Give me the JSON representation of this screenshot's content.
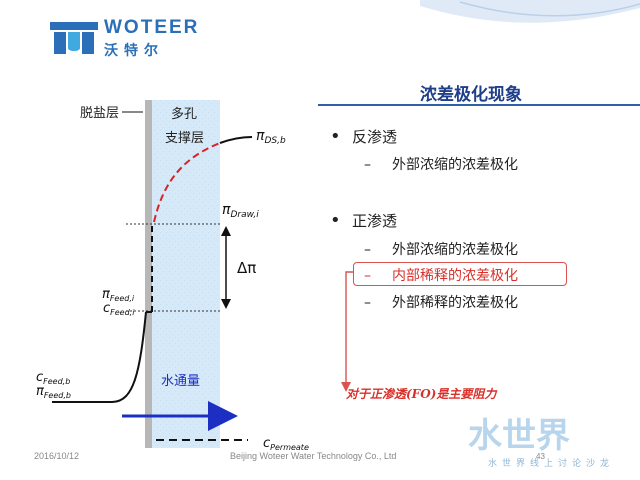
{
  "logo": {
    "en": "WOTEER",
    "cn": "沃特尔"
  },
  "title": "浓差极化现象",
  "bullets": [
    {
      "label": "反渗透",
      "subs": [
        "外部浓缩的浓差极化"
      ]
    },
    {
      "label": "正渗透",
      "subs": [
        "外部浓缩的浓差极化",
        "内部稀释的浓差极化",
        "外部稀释的浓差极化"
      ]
    }
  ],
  "highlight_note": "对于正渗透(FO)是主要阻力",
  "diagram": {
    "active_layer_label": "脱盐层",
    "support_label_1": "多孔",
    "support_label_2": "支撑层",
    "flux_label": "水通量",
    "delta_pi": "Δπ",
    "pi_ds_b": {
      "main": "π",
      "sub": "DS,b"
    },
    "pi_draw_i": {
      "main": "π",
      "sub": "Draw,i"
    },
    "pi_feed_i": {
      "main": "π",
      "sub": "Feed,i"
    },
    "c_feed_i": {
      "main": "c",
      "sub": "Feed,i"
    },
    "c_feed_b": {
      "main": "c",
      "sub": "Feed,b"
    },
    "pi_feed_b": {
      "main": "π",
      "sub": "Feed,b"
    },
    "c_permeate": {
      "main": "c",
      "sub": "Permeate"
    }
  },
  "footer": {
    "date": "2016/10/12",
    "company": "Beijing Woteer Water Technology Co., Ltd",
    "page": "43"
  },
  "watermark": {
    "main": "水世界",
    "sub": "水世界线上讨论沙龙"
  },
  "colors": {
    "brand_blue": "#2a6fb7",
    "title_blue": "#1f3f8a",
    "highlight_red": "#d9302a",
    "arrow_blue": "#1d2fc2"
  }
}
